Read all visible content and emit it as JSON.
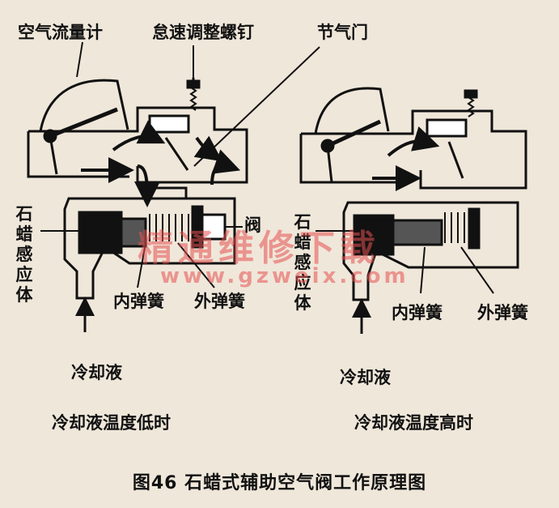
{
  "labels": {
    "air_flow_meter": "空气流量计",
    "idle_screw": "怠速调整螺钉",
    "throttle": "节气门",
    "wax_sensor": "石蜡感应体",
    "valve": "阀",
    "inner_spring_left": "内弹簧",
    "outer_spring_left": "外弹簧",
    "coolant_left": "冷却液",
    "state_low": "冷却液温度低时",
    "wax_sensor_right": "石蜡感应体",
    "inner_spring_right": "内弹簧",
    "outer_spring_right": "外弹簧",
    "coolant_right": "冷却液",
    "state_high": "冷却液温度高时"
  },
  "caption": "图46  石蜡式辅助空气阀工作原理图",
  "watermark": {
    "cn": "精通维修下载",
    "url": "www.gzweix.com"
  },
  "colors": {
    "background": "#efe7da",
    "ink": "#111111",
    "watermark": "#e65050"
  }
}
